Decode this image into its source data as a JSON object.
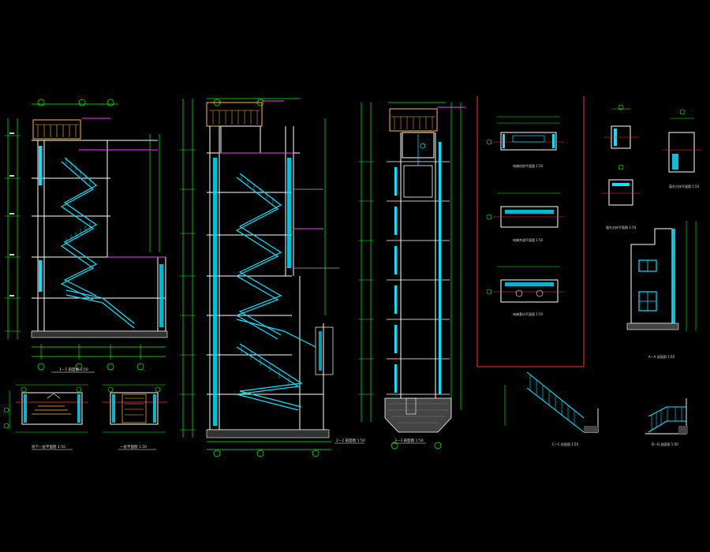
{
  "drawing": {
    "background": "#000000",
    "colors": {
      "outline": "#ffffff",
      "dimension": "#00ff00",
      "stair": "#00e5ff",
      "wall_fill": "#00e5ff",
      "accent": "#ff33ff",
      "axis": "#ff3333",
      "roof": "#ffbb33",
      "level": "#ffff00"
    },
    "views": {
      "section_1_1": {
        "title": "1—1 剖面图 1:50"
      },
      "section_2_2": {
        "title": "2—2 剖面图 1:50"
      },
      "section_3_3": {
        "title": "3—3 剖面图 1:50"
      },
      "plan_a": {
        "title": "地下一层平面图 1:50"
      },
      "plan_b": {
        "title": "一层平面图 1:50"
      },
      "detail_1": {
        "title": "电梯机房平面图 1:50"
      },
      "detail_2": {
        "title": "电梯井道平面图 1:50"
      },
      "detail_3": {
        "title": "电梯基坑平面图 1:50"
      },
      "detail_4": {
        "title": "窗台大样平面图 1:50"
      },
      "detail_5": {
        "title": "窗台大样平面图 1:50"
      },
      "elev_a": {
        "title": "A—A 剖面图 1:50"
      },
      "stair_c": {
        "title": "C—C 剖面图 1:50"
      },
      "stair_d": {
        "title": "D—D 剖面图 1:50"
      }
    }
  }
}
